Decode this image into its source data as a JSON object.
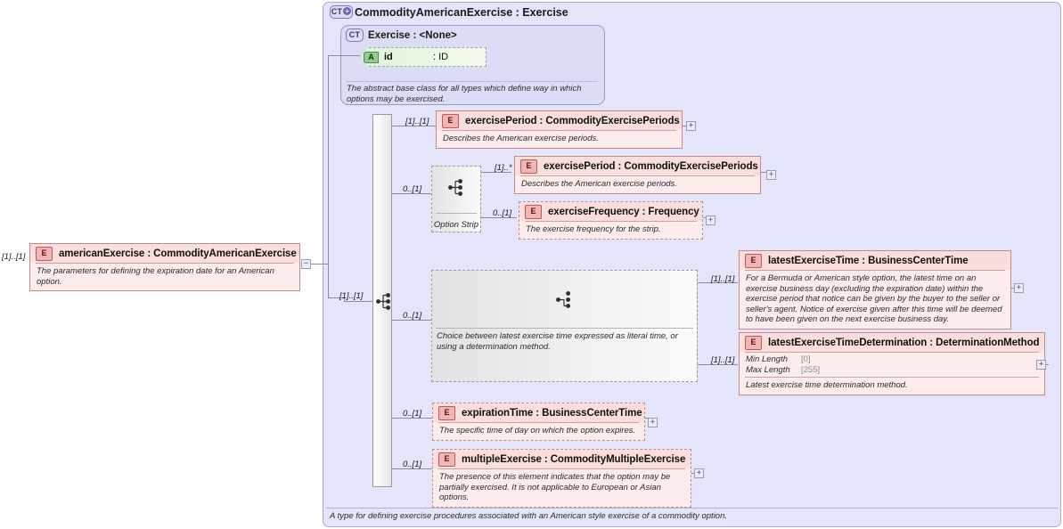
{
  "diagram": {
    "type": "xml-schema-diagram",
    "colors": {
      "container_bg": "#e4e4fa",
      "element_bg": "#fdecec",
      "element_header": "#fadede",
      "attribute_bg": "#dff3d8",
      "base_panel_bg": "#dcdcf6",
      "line": "#8a8aa8"
    }
  },
  "root_element": {
    "badge": "E",
    "title": "americanExercise : CommodityAmericanExercise",
    "doc": "The parameters for defining the expiration date for an American option.",
    "cardinality": "[1]..[1]",
    "collapse_button": "−"
  },
  "complex_type": {
    "badge": "CT",
    "badge_plus": "+",
    "title": "CommodityAmericanExercise : Exercise",
    "footer_doc": "A type for defining exercise procedures associated with an American style exercise of a commodity option."
  },
  "base_type": {
    "badge": "CT",
    "title": "Exercise : <None>",
    "doc": "The abstract base class for all types which define way in which options may be exercised.",
    "attribute": {
      "badge": "A",
      "name": "id",
      "type": ": ID"
    }
  },
  "main_sequence": {
    "icon": "sequence-icon",
    "cardinality": "[1]..[1]"
  },
  "children": [
    {
      "id": "exercise-period-1",
      "badge": "E",
      "title": "exercisePeriod : CommodityExercisePeriods",
      "doc": "Describes the American exercise periods.",
      "cardinality": "[1]..[1]",
      "expand_button": "+",
      "style": "solid"
    },
    {
      "id": "option-strip",
      "kind": "sequence-group",
      "label": "Option Strip",
      "cardinality": "0..[1]",
      "icon": "sequence-icon"
    },
    {
      "id": "exercise-period-2",
      "badge": "E",
      "title": "exercisePeriod : CommodityExercisePeriods",
      "doc": "Describes the American exercise periods.",
      "cardinality": "[1]..*",
      "expand_button": "+",
      "style": "solid"
    },
    {
      "id": "exercise-frequency",
      "badge": "E",
      "title": "exerciseFrequency : Frequency",
      "doc": "The exercise frequency for the strip.",
      "cardinality": "0..[1]",
      "expand_button": "+",
      "style": "dashed"
    },
    {
      "id": "latest-exercise-choice",
      "kind": "choice-group",
      "doc": "Choice between latest exercise time expressed as literal time, or using a determination method.",
      "cardinality": "0..[1]",
      "icon": "choice-icon"
    },
    {
      "id": "latest-exercise-time",
      "badge": "E",
      "title": "latestExerciseTime : BusinessCenterTime",
      "doc": "For a Bermuda or American style option, the latest time on an exercise business day (excluding the expiration date) within the exercise period that notice can be given by the buyer to the seller or seller's agent. Notice of exercise given after this time will be deemed to have been given on the next exercise business day.",
      "cardinality": "[1]..[1]",
      "expand_button": "+",
      "style": "solid"
    },
    {
      "id": "latest-exercise-time-determination",
      "badge": "E",
      "title": "latestExerciseTimeDetermination : DeterminationMethod",
      "doc": "Latest exercise time determination method.",
      "cardinality": "[1]..[1]",
      "expand_button": "+",
      "style": "solid",
      "facets": [
        {
          "name": "Min Length",
          "value": "[0]"
        },
        {
          "name": "Max Length",
          "value": "[255]"
        }
      ]
    },
    {
      "id": "expiration-time",
      "badge": "E",
      "title": "expirationTime : BusinessCenterTime",
      "doc": "The specific time of day on which the option expires.",
      "cardinality": "0..[1]",
      "expand_button": "+",
      "style": "dashed"
    },
    {
      "id": "multiple-exercise",
      "badge": "E",
      "title": "multipleExercise : CommodityMultipleExercise",
      "doc": "The presence of this element indicates that the option may be partially exercised. It is not applicable to European or Asian options.",
      "cardinality": "0..[1]",
      "expand_button": "+",
      "style": "dashed"
    }
  ]
}
